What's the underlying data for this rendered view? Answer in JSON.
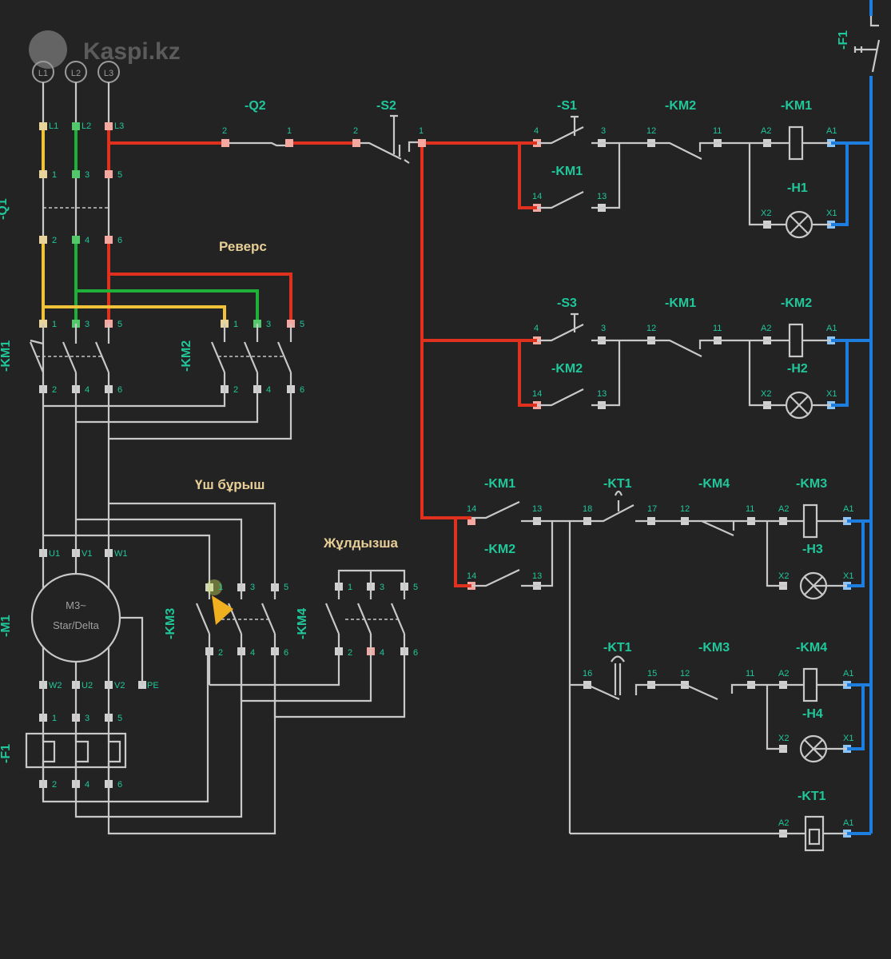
{
  "watermark": {
    "text": "Kaspi.kz",
    "icon": "kaspi-logo-icon"
  },
  "phases": [
    "L1",
    "L2",
    "L3"
  ],
  "section_labels": {
    "reverse": "Реверс",
    "delta": "Үш бұрыш",
    "star": "Жұлдызша"
  },
  "power_devices": {
    "q1": "-Q1",
    "km1": "-KM1",
    "km2": "-KM2",
    "km3": "-KM3",
    "km4": "-KM4",
    "m1": "-M1",
    "f1": "-F1",
    "motor_line1": "M3~",
    "motor_line2": "Star/Delta"
  },
  "power_pins": {
    "q1_top": [
      "L1",
      "L2",
      "L3"
    ],
    "q1_mid": [
      "1",
      "3",
      "5"
    ],
    "q1_bot": [
      "2",
      "4",
      "6"
    ],
    "km_top": [
      "1",
      "3",
      "5"
    ],
    "km_bot": [
      "2",
      "4",
      "6"
    ],
    "motor_top": [
      "U1",
      "V1",
      "W1"
    ],
    "motor_bot": [
      "W2",
      "U2",
      "V2",
      "PE"
    ],
    "f1_top": [
      "1",
      "3",
      "5"
    ],
    "f1_bot": [
      "2",
      "4",
      "6"
    ]
  },
  "control": {
    "q2": {
      "label": "-Q2",
      "pins": [
        "2",
        "1"
      ]
    },
    "f1": {
      "label": "-F1"
    },
    "s2": {
      "label": "-S2",
      "pins": [
        "2",
        "1"
      ]
    },
    "rung1": {
      "button": "-S1",
      "button_pins": [
        "4",
        "3"
      ],
      "hold": "-KM1",
      "hold_pins": [
        "14",
        "13"
      ],
      "interlock": "-KM2",
      "interlock_pins": [
        "12",
        "11"
      ],
      "coil": "-KM1",
      "coil_pins": [
        "A2",
        "A1"
      ],
      "lamp": "-H1",
      "lamp_pins": [
        "X2",
        "X1"
      ]
    },
    "rung2": {
      "button": "-S3",
      "button_pins": [
        "4",
        "3"
      ],
      "hold": "-KM2",
      "hold_pins": [
        "14",
        "13"
      ],
      "interlock": "-KM1",
      "interlock_pins": [
        "12",
        "11"
      ],
      "coil": "-KM2",
      "coil_pins": [
        "A2",
        "A1"
      ],
      "lamp": "-H2",
      "lamp_pins": [
        "X2",
        "X1"
      ]
    },
    "rung3": {
      "c1": "-KM1",
      "c1_pins": [
        "14",
        "13"
      ],
      "c2": "-KM2",
      "c2_pins": [
        "14",
        "13"
      ],
      "timer": "-KT1",
      "timer_pins": [
        "18",
        "17"
      ],
      "interlock": "-KM4",
      "interlock_pins": [
        "12",
        "11"
      ],
      "coil": "-KM3",
      "coil_pins": [
        "A2",
        "A1"
      ],
      "lamp": "-H3",
      "lamp_pins": [
        "X2",
        "X1"
      ]
    },
    "rung4": {
      "timer": "-KT1",
      "timer_pins": [
        "16",
        "15"
      ],
      "interlock": "-KM3",
      "interlock_pins": [
        "12",
        "11"
      ],
      "coil": "-KM4",
      "coil_pins": [
        "A2",
        "A1"
      ],
      "lamp": "-H4",
      "lamp_pins": [
        "X2",
        "X1"
      ]
    },
    "rung5": {
      "coil": "-KT1",
      "coil_pins": [
        "A2",
        "A1"
      ]
    }
  },
  "colors": {
    "background": "#232323",
    "phase_l1": "#f0c23a",
    "phase_l2": "#1fb03a",
    "phase_l3": "#e0301e",
    "neutral": "#1e7ee0",
    "wire": "#c8c8c8",
    "label": "#1fc79a",
    "section": "#e8cf98"
  }
}
